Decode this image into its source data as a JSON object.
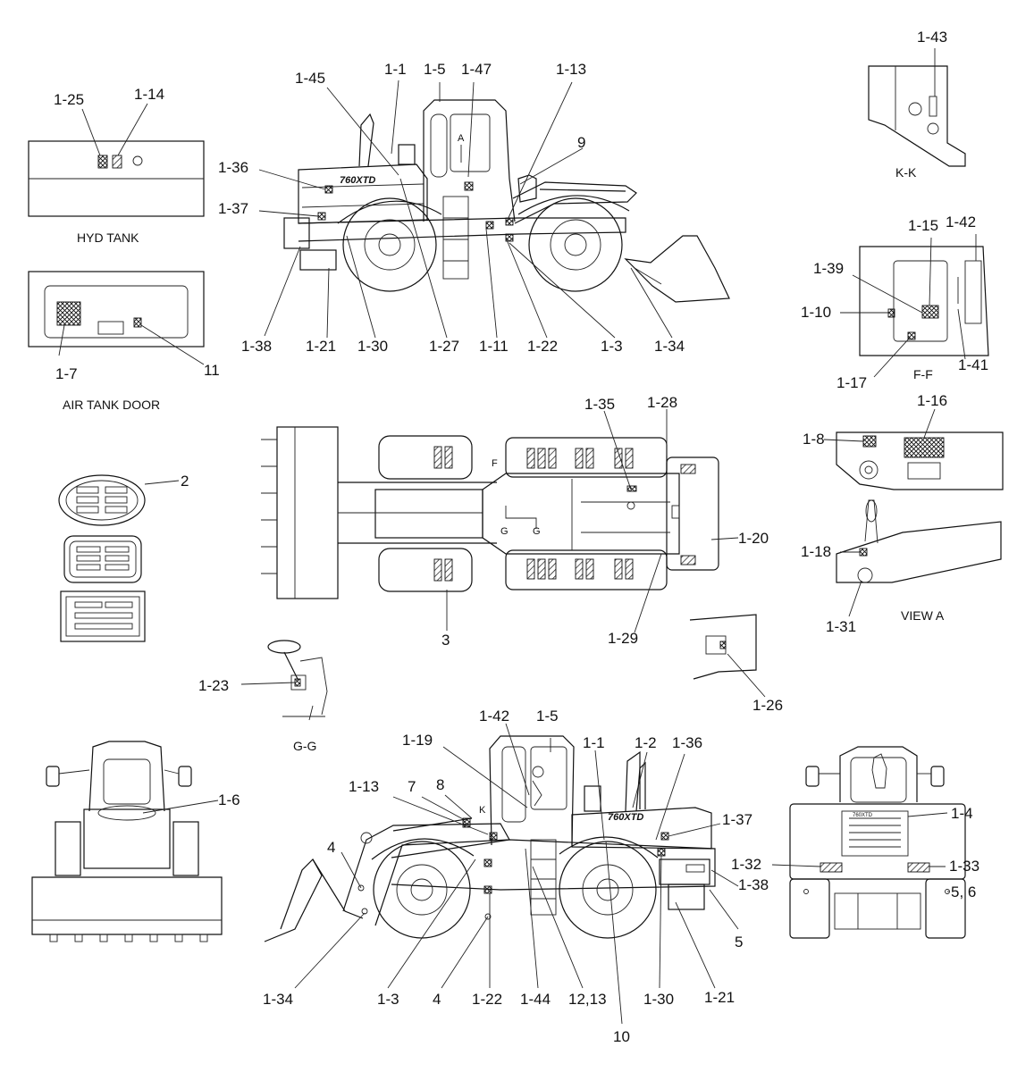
{
  "views": {
    "hyd_tank": "HYD TANK",
    "air_tank_door": "AIR TANK DOOR",
    "k_k": "K-K",
    "f_f": "F-F",
    "view_a": "VIEW A",
    "g_g": "G-G"
  },
  "badge": "760XTD",
  "plan_marks": {
    "f": "F",
    "g1": "G",
    "g2": "G",
    "a": "A",
    "k": "K"
  },
  "labels": {
    "l1_25": "1-25",
    "l1_14": "1-14",
    "l1_7": "1-7",
    "l11": "11",
    "l2": "2",
    "l1_45": "1-45",
    "l1_1a": "1-1",
    "l1_5a": "1-5",
    "l1_47": "1-47",
    "l1_13a": "1-13",
    "l9": "9",
    "l1_36a": "1-36",
    "l1_37a": "1-37",
    "l1_38a": "1-38",
    "l1_21a": "1-21",
    "l1_30a": "1-30",
    "l1_27": "1-27",
    "l1_11": "1-11",
    "l1_22a": "1-22",
    "l1_3a": "1-3",
    "l1_34a": "1-34",
    "l1_43": "1-43",
    "l1_15": "1-15",
    "l1_42a": "1-42",
    "l1_39": "1-39",
    "l1_10": "1-10",
    "l1_17": "1-17",
    "l1_41": "1-41",
    "l1_35": "1-35",
    "l1_28": "1-28",
    "l1_20": "1-20",
    "l3": "3",
    "l1_29": "1-29",
    "l1_8": "1-8",
    "l1_16": "1-16",
    "l1_18": "1-18",
    "l1_31": "1-31",
    "l1_23": "1-23",
    "l1_26": "1-26",
    "l1_6": "1-6",
    "l1_42b": "1-42",
    "l1_5b": "1-5",
    "l1_19": "1-19",
    "l1_1b": "1-1",
    "l1_2": "1-2",
    "l1_36b": "1-36",
    "l1_13b": "1-13",
    "l7": "7",
    "l8": "8",
    "l1_37b": "1-37",
    "l4a": "4",
    "l4b": "4",
    "l1_34b": "1-34",
    "l1_3b": "1-3",
    "l1_22b": "1-22",
    "l1_44": "1-44",
    "l12_13": "12,13",
    "l1_30b": "1-30",
    "l1_21b": "1-21",
    "l1_38b": "1-38",
    "l5": "5",
    "l10": "10",
    "l1_4": "1-4",
    "l1_32": "1-32",
    "l1_33": "1-33",
    "l5_6": "5, 6"
  }
}
